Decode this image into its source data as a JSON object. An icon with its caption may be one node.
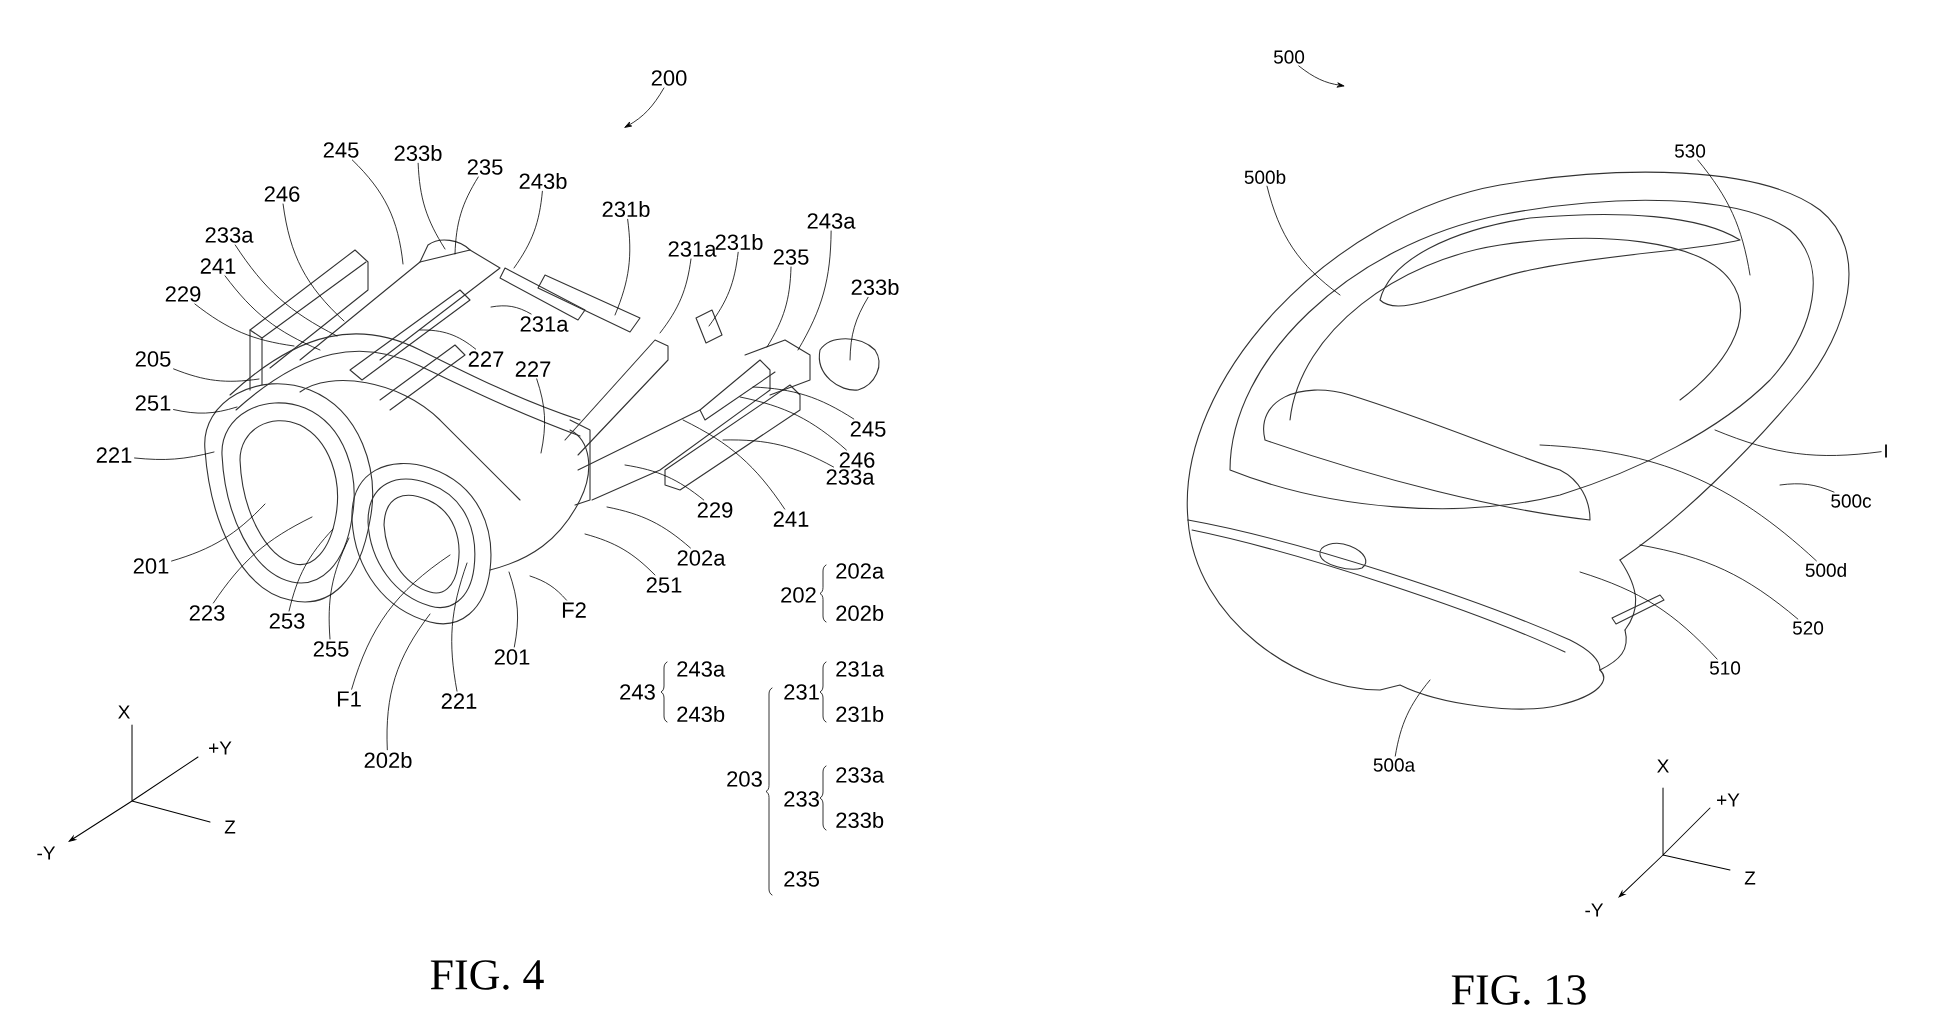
{
  "diagram": {
    "nodes": [
      {
        "text": [
          "200"
        ]
      },
      {
        "text": [
          "245"
        ]
      },
      {
        "text": [
          "233b"
        ]
      },
      {
        "text": [
          "235"
        ]
      },
      {
        "text": [
          "243b"
        ]
      },
      {
        "text": [
          "231b"
        ]
      },
      {
        "text": [
          "246"
        ]
      },
      {
        "text": [
          "233a"
        ]
      },
      {
        "text": [
          "241"
        ]
      },
      {
        "text": [
          "229"
        ]
      },
      {
        "text": [
          "231a"
        ]
      },
      {
        "text": [
          "231b"
        ]
      },
      {
        "text": [
          "235"
        ]
      },
      {
        "text": [
          "243a"
        ]
      },
      {
        "text": [
          "233b"
        ]
      },
      {
        "text": [
          "231a"
        ]
      },
      {
        "text": [
          "227"
        ]
      },
      {
        "text": [
          "227"
        ]
      },
      {
        "text": [
          "205"
        ]
      },
      {
        "text": [
          "251"
        ]
      },
      {
        "text": [
          "221"
        ]
      },
      {
        "text": [
          "245"
        ]
      },
      {
        "text": [
          "246"
        ]
      },
      {
        "text": [
          "233a"
        ]
      },
      {
        "text": [
          "229"
        ]
      },
      {
        "text": [
          "241"
        ]
      },
      {
        "text": [
          "202a"
        ]
      },
      {
        "text": [
          "251"
        ]
      },
      {
        "text": [
          "F2"
        ]
      },
      {
        "text": [
          "201"
        ]
      },
      {
        "text": [
          "223"
        ]
      },
      {
        "text": [
          "253"
        ]
      },
      {
        "text": [
          "255"
        ]
      },
      {
        "text": [
          "201"
        ]
      },
      {
        "text": [
          "F1"
        ]
      },
      {
        "text": [
          "221"
        ]
      },
      {
        "text": [
          "202b"
        ]
      },
      {
        "text": [
          "500"
        ]
      },
      {
        "text": [
          "500b"
        ]
      },
      {
        "text": [
          "530"
        ]
      },
      {
        "text": [
          "I"
        ]
      },
      {
        "text": [
          "500c"
        ]
      },
      {
        "text": [
          "500d"
        ]
      },
      {
        "text": [
          "520"
        ]
      },
      {
        "text": [
          "510"
        ]
      },
      {
        "text": [
          "500a"
        ]
      }
    ],
    "edges": [
      {
        "from": 0,
        "to": null,
        "arrow": "to"
      },
      {
        "from": 1,
        "to": null,
        "arrow": "none"
      },
      {
        "from": 2,
        "to": null,
        "arrow": "none"
      },
      {
        "from": 3,
        "to": null,
        "arrow": "none"
      },
      {
        "from": 4,
        "to": null,
        "arrow": "none"
      },
      {
        "from": 5,
        "to": null,
        "arrow": "none"
      },
      {
        "from": 6,
        "to": null,
        "arrow": "none"
      },
      {
        "from": 7,
        "to": null,
        "arrow": "none"
      },
      {
        "from": 8,
        "to": null,
        "arrow": "none"
      },
      {
        "from": 9,
        "to": null,
        "arrow": "none"
      },
      {
        "from": 10,
        "to": null,
        "arrow": "none"
      },
      {
        "from": 11,
        "to": null,
        "arrow": "none"
      },
      {
        "from": 12,
        "to": null,
        "arrow": "none"
      },
      {
        "from": 13,
        "to": null,
        "arrow": "none"
      },
      {
        "from": 14,
        "to": null,
        "arrow": "none"
      },
      {
        "from": 15,
        "to": null,
        "arrow": "none"
      },
      {
        "from": 16,
        "to": null,
        "arrow": "none"
      },
      {
        "from": 17,
        "to": null,
        "arrow": "none"
      },
      {
        "from": 18,
        "to": null,
        "arrow": "none"
      },
      {
        "from": 19,
        "to": null,
        "arrow": "none"
      },
      {
        "from": 20,
        "to": null,
        "arrow": "none"
      },
      {
        "from": 21,
        "to": null,
        "arrow": "none"
      },
      {
        "from": 22,
        "to": null,
        "arrow": "none"
      },
      {
        "from": 23,
        "to": null,
        "arrow": "none"
      },
      {
        "from": 24,
        "to": null,
        "arrow": "none"
      },
      {
        "from": 25,
        "to": null,
        "arrow": "none"
      },
      {
        "from": 26,
        "to": null,
        "arrow": "none"
      },
      {
        "from": 27,
        "to": null,
        "arrow": "none"
      },
      {
        "from": 28,
        "to": null,
        "arrow": "none"
      },
      {
        "from": 29,
        "to": null,
        "arrow": "none"
      },
      {
        "from": 30,
        "to": null,
        "arrow": "none"
      },
      {
        "from": 31,
        "to": null,
        "arrow": "none"
      },
      {
        "from": 32,
        "to": null,
        "arrow": "none"
      },
      {
        "from": 33,
        "to": null,
        "arrow": "none"
      },
      {
        "from": 34,
        "to": null,
        "arrow": "none"
      },
      {
        "from": 35,
        "to": null,
        "arrow": "none"
      },
      {
        "from": 36,
        "to": null,
        "arrow": "none"
      },
      {
        "from": 37,
        "to": null,
        "arrow": "to"
      },
      {
        "from": 38,
        "to": null,
        "arrow": "none"
      },
      {
        "from": 39,
        "to": null,
        "arrow": "none"
      },
      {
        "from": 40,
        "to": null,
        "arrow": "none"
      },
      {
        "from": 41,
        "to": null,
        "arrow": "none"
      },
      {
        "from": 42,
        "to": null,
        "arrow": "none"
      },
      {
        "from": 43,
        "to": null,
        "arrow": "none"
      },
      {
        "from": 44,
        "to": null,
        "arrow": "none"
      },
      {
        "from": 45,
        "to": null,
        "arrow": "none"
      }
    ],
    "labels": [
      "202",
      "202a",
      "202b",
      "243",
      "243a",
      "243b",
      "203",
      "231",
      "231a",
      "231b",
      "233",
      "233a",
      "233b",
      "235",
      "X",
      "+Y",
      "Z",
      "-Y",
      "FIG. 4",
      "X",
      "+Y",
      "Z",
      "-Y",
      "FIG. 13"
    ]
  }
}
